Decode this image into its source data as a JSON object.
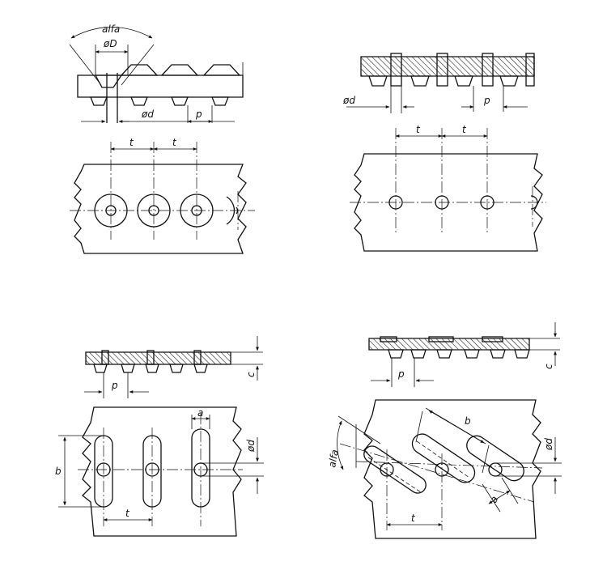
{
  "diagram": {
    "panel_1": {
      "angle_label": "alfa",
      "outer_diameter_label": "øD",
      "hole_diameter_label": "ød",
      "pitch_label": "p",
      "spacing_label_a": "t",
      "spacing_label_b": "t"
    },
    "panel_2": {
      "hole_diameter_label": "ød",
      "pitch_label": "p",
      "spacing_label_a": "t",
      "spacing_label_b": "t"
    },
    "panel_3": {
      "pitch_label": "p",
      "thickness_label": "c",
      "slot_width_label": "a",
      "slot_length_label": "b",
      "hole_diameter_label": "ød",
      "spacing_label": "t"
    },
    "panel_4": {
      "pitch_label": "p",
      "thickness_label": "c",
      "angle_label": "alfa",
      "slot_length_label": "b",
      "hole_diameter_label": "ød",
      "slot_width_label": "a",
      "spacing_label": "t"
    }
  }
}
